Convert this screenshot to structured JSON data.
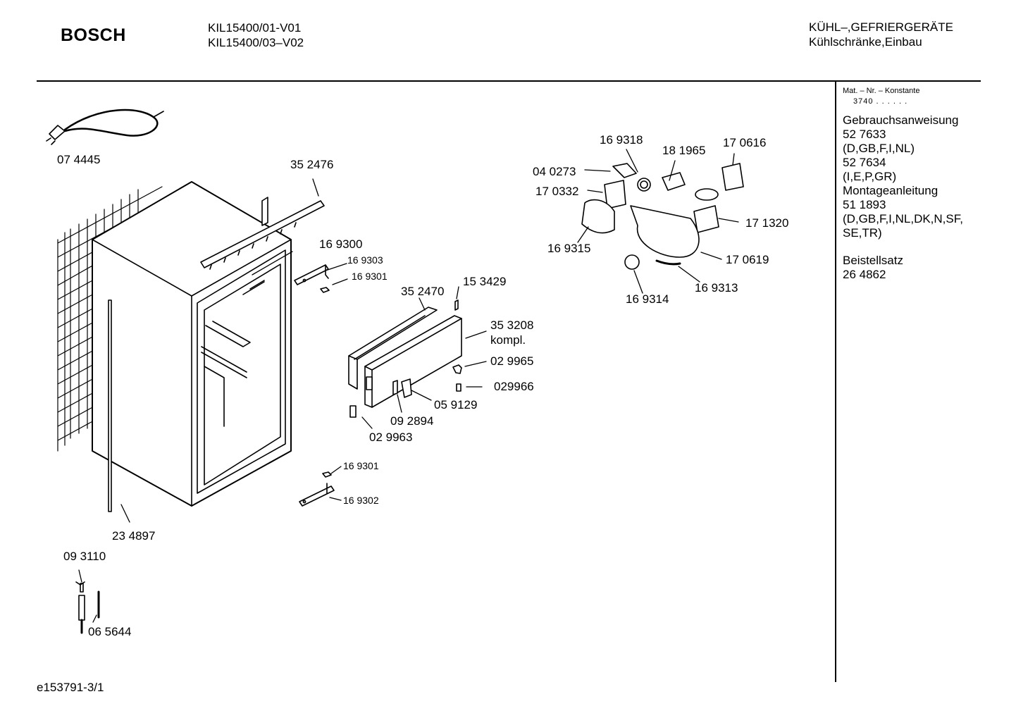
{
  "header": {
    "brand": "BOSCH",
    "models": [
      "KIL15400/01-V01",
      "KIL15400/03–V02"
    ],
    "category": "KÜHL–,GEFRIERGERÄTE",
    "subcategory": "Kühlschränke,Einbau"
  },
  "sidebar": {
    "mat_label": "Mat. – Nr. – Konstante",
    "mat_value": "3740 . . . . . .",
    "lines": [
      "Gebrauchsanweisung",
      "52 7633",
      "(D,GB,F,I,NL)",
      "52 7634",
      "(I,E,P,GR)",
      "Montageanleitung",
      "51 1893",
      "(D,GB,F,I,NL,DK,N,SF,",
      "SE,TR)",
      "",
      "Beistellsatz",
      "26 4862"
    ]
  },
  "parts": {
    "p074445": "07 4445",
    "p352476": "35 2476",
    "p169300": "16 9300",
    "p169303": "16 9303",
    "p169301a": "16 9301",
    "p352470": "35 2470",
    "p153429": "15 3429",
    "p353208": "35 3208",
    "p353208b": "kompl.",
    "p029965": "02 9965",
    "p029966": "029966",
    "p059129": "05 9129",
    "p092894": "09 2894",
    "p029963": "02 9963",
    "p169301b": "16 9301",
    "p169302": "16 9302",
    "p234897": "23 4897",
    "p093110": "09 3110",
    "p065644": "06 5644",
    "p169318": "16 9318",
    "p181965": "18 1965",
    "p170616": "17 0616",
    "p040273": "04 0273",
    "p170332": "17 0332",
    "p171320": "17 1320",
    "p169315": "16 9315",
    "p170619": "17 0619",
    "p169314": "16 9314",
    "p169313": "16 9313"
  },
  "footer": {
    "code": "e153791-3/1"
  }
}
